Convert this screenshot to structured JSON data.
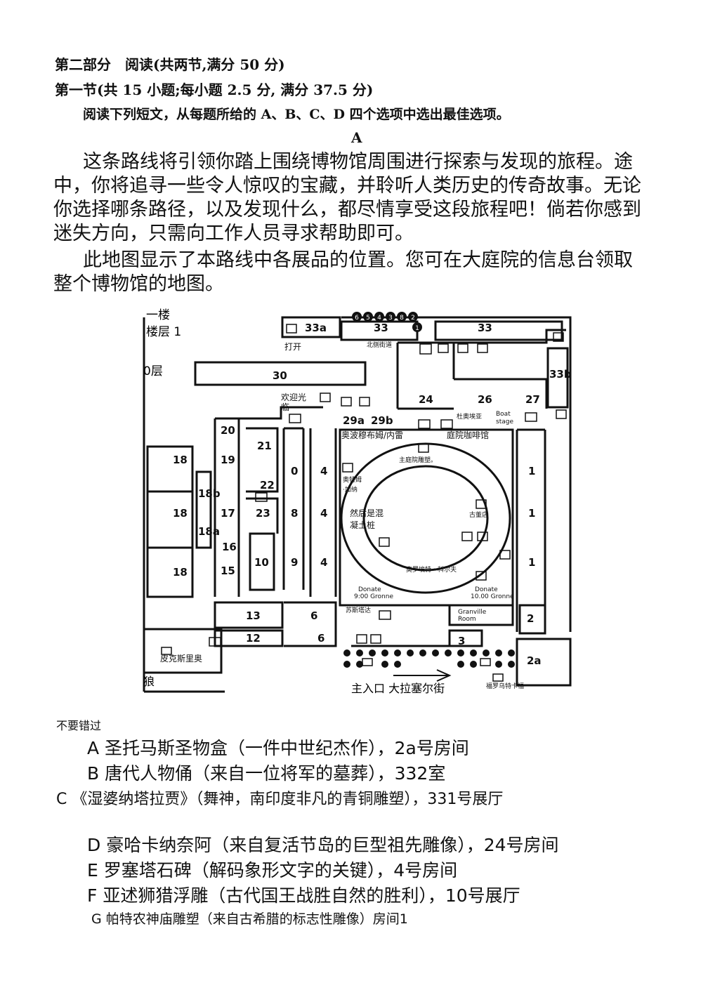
{
  "header": {
    "part": "第二部分　阅读(共两节,满分 50 分)",
    "section": "第一节(共 15 小题;每小题 2.5 分, 满分 37.5 分)",
    "instruction": "阅读下列短文，从每题所给的 A、B、C、D 四个选项中选出最佳选项。",
    "passage_letter": "A"
  },
  "passage": {
    "p1": [
      "这条路线将引领你踏上围绕博物馆周围进行探索与发现的旅程。途",
      "中，你将追寻一些令人惊叹的宝藏，并聆听人类历史的传奇故事。无论",
      "你选择哪条路径，以及发现什么，都尽情享受这段旅程吧！倘若你感到",
      "迷失方向，只需向工作人员寻求帮助即可。"
    ],
    "p2": [
      "此地图显示了本路线中各展品的位置。您可在大庭院的信息台领取",
      "整个博物馆的地图。"
    ]
  },
  "map": {
    "floor_label_1": "一楼",
    "floor_label_2": "楼层 1",
    "level0": "0层",
    "open_label": "打开",
    "north_stairs": "北侧街道",
    "welcome": [
      "欢迎光",
      "临"
    ],
    "r29_label": "奥波穆布姆/内雷",
    "court_cafe": "庭院咖啡馆",
    "dubai_label": "杜奥埃亚",
    "boat_stage": [
      "Boat",
      "stage"
    ],
    "court_sculpture": "主庭院雕塑。",
    "otto": [
      "奥特姆",
      "·加纳"
    ],
    "concrete": [
      "然后是混",
      "凝土桩"
    ],
    "antique_shop": "古董店",
    "orwell": "奥罗埃特・科尔夫",
    "sustar": "苏斯塔达",
    "granville": [
      "Granville",
      "Room"
    ],
    "pickslio": "皮克斯里奥",
    "wolf": "狼",
    "main_entrance": "主入口 大拉塞尔街",
    "frotford": "福罗乌特卡福",
    "donate_1": [
      "Donate",
      "9:00 Gronne"
    ],
    "donate_2": [
      "Donate",
      "10.00 Gronne"
    ],
    "rooms": {
      "r33a": "33a",
      "r33": "33",
      "r33_right": "33",
      "r33b": "33b",
      "r30": "30",
      "r24": "24",
      "r26": "26",
      "r27": "27",
      "r29a": "29a",
      "r29b": "29b",
      "r20": "20",
      "r21": "21",
      "r18_1": "18",
      "r18_2": "18",
      "r18_3": "18",
      "r18b": "18b",
      "r18a": "18a",
      "r19": "19",
      "r17": "17",
      "r22": "22",
      "r23": "23",
      "r16": "16",
      "r15": "15",
      "r10": "10",
      "r0": "0",
      "r8": "8",
      "r9": "9",
      "r4_1": "4",
      "r4_2": "4",
      "r4_3": "4",
      "r6_1": "6",
      "r6_2": "6",
      "r13": "13",
      "r12": "12",
      "r3": "3",
      "r2": "2",
      "r2a": "2a",
      "r1_1": "1",
      "r1_2": "1",
      "r1_3": "1"
    },
    "north_numbers": [
      "6",
      "5",
      "4",
      "3",
      "8",
      "2",
      "1"
    ]
  },
  "dont_miss": "不要错过",
  "options": {
    "A": "A 圣托马斯圣物盒（一件中世纪杰作），2a号房间",
    "B": "B 唐代人物俑（来自一位将军的墓葬），332室",
    "C": "C 《湿婆纳塔拉贾》（舞神，南印度非凡的青铜雕塑），331号展厅",
    "D": "D 豪哈卡纳奈阿（来自复活节岛的巨型祖先雕像），24号房间",
    "E": "E 罗塞塔石碑（解码象形文字的关键），4号房间",
    "F": "F 亚述狮猎浮雕（古代国王战胜自然的胜利），10号展厅",
    "G": "G 帕特农神庙雕塑（来自古希腊的标志性雕像）房间1"
  }
}
